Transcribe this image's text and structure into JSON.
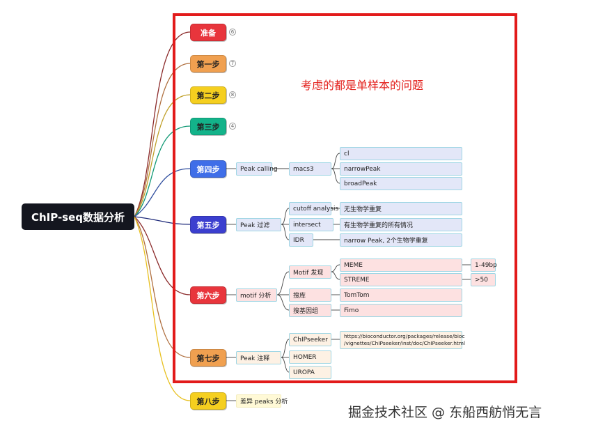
{
  "root": "ChIP-seq数据分析",
  "note": "考虑的都是单样本的问题",
  "watermark": "掘金技术社区 @ 东船西舫悄无言",
  "steps": [
    {
      "label": "准备",
      "color": "#e8353c"
    },
    {
      "label": "第一步",
      "color": "#f0a050"
    },
    {
      "label": "第二步",
      "color": "#f5cf1f"
    },
    {
      "label": "第三步",
      "color": "#13b38a"
    },
    {
      "label": "第四步",
      "color": "#3f6ee8"
    },
    {
      "label": "第五步",
      "color": "#3b3fcf"
    },
    {
      "label": "第六步",
      "color": "#e8353c"
    },
    {
      "label": "第七步",
      "color": "#f0a050"
    },
    {
      "label": "第八步",
      "color": "#f5cf1f"
    }
  ],
  "collapsed_counts": [
    "6",
    "7",
    "8",
    "4"
  ],
  "step4": {
    "child": "Peak calling",
    "tool": "macs3",
    "outputs": [
      "cl",
      "narrowPeak",
      "broadPeak"
    ]
  },
  "step5": {
    "child": "Peak 过滤",
    "items": [
      {
        "name": "cutoff analysis",
        "desc": "无生物学重复"
      },
      {
        "name": "intersect",
        "desc": "有生物学重复的所有情况"
      },
      {
        "name": "IDR",
        "desc": "narrow Peak, 2个生物学重复"
      }
    ]
  },
  "step6": {
    "child": "motif 分析",
    "discovery": "Motif 发现",
    "tools": [
      "MEME",
      "STREME"
    ],
    "lengths": [
      "1-49bp",
      ">50"
    ],
    "search": "搜库",
    "search_tool": "TomTom",
    "genome": "搜基因组",
    "genome_tool": "Fimo"
  },
  "step7": {
    "child": "Peak 注释",
    "tools": [
      "ChIPseeker",
      "HOMER",
      "UROPA"
    ],
    "url": "https://bioconductor.org/packages/release/bioc\n/vignettes/ChIPseeker/inst/doc/ChIPseeker.html"
  },
  "step8": {
    "child": "差异 peaks 分析"
  }
}
